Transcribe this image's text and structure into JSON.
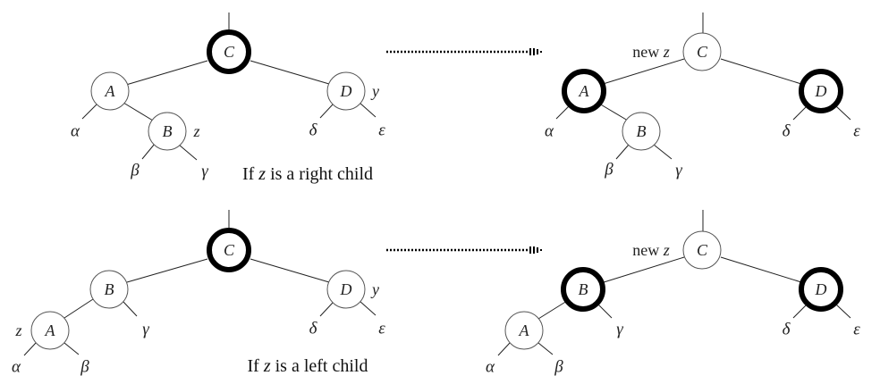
{
  "rows": [
    {
      "caption": {
        "prefix": "If ",
        "var": "z",
        "suffix": " is a right child"
      },
      "before": {
        "nodes": {
          "C": "C",
          "A": "A",
          "B": "B",
          "D": "D"
        },
        "labels": {
          "B_side": "z",
          "D_side": "y"
        },
        "subtrees": {
          "alpha": "α",
          "beta": "β",
          "gamma": "γ",
          "delta": "δ",
          "epsilon": "ε"
        }
      },
      "after": {
        "nodes": {
          "C": "C",
          "A": "A",
          "B": "B",
          "D": "D"
        },
        "labels": {
          "C_prefix": "new ",
          "C_var": "z"
        },
        "subtrees": {
          "alpha": "α",
          "beta": "β",
          "gamma": "γ",
          "delta": "δ",
          "epsilon": "ε"
        }
      }
    },
    {
      "caption": {
        "prefix": "If ",
        "var": "z",
        "suffix": " is a left child"
      },
      "before": {
        "nodes": {
          "C": "C",
          "B": "B",
          "A": "A",
          "D": "D"
        },
        "labels": {
          "A_side": "z",
          "D_side": "y"
        },
        "subtrees": {
          "alpha": "α",
          "beta": "β",
          "gamma": "γ",
          "delta": "δ",
          "epsilon": "ε"
        }
      },
      "after": {
        "nodes": {
          "C": "C",
          "B": "B",
          "A": "A",
          "D": "D"
        },
        "labels": {
          "C_prefix": "new ",
          "C_var": "z"
        },
        "subtrees": {
          "alpha": "α",
          "beta": "β",
          "gamma": "γ",
          "delta": "δ",
          "epsilon": "ε"
        }
      }
    }
  ]
}
